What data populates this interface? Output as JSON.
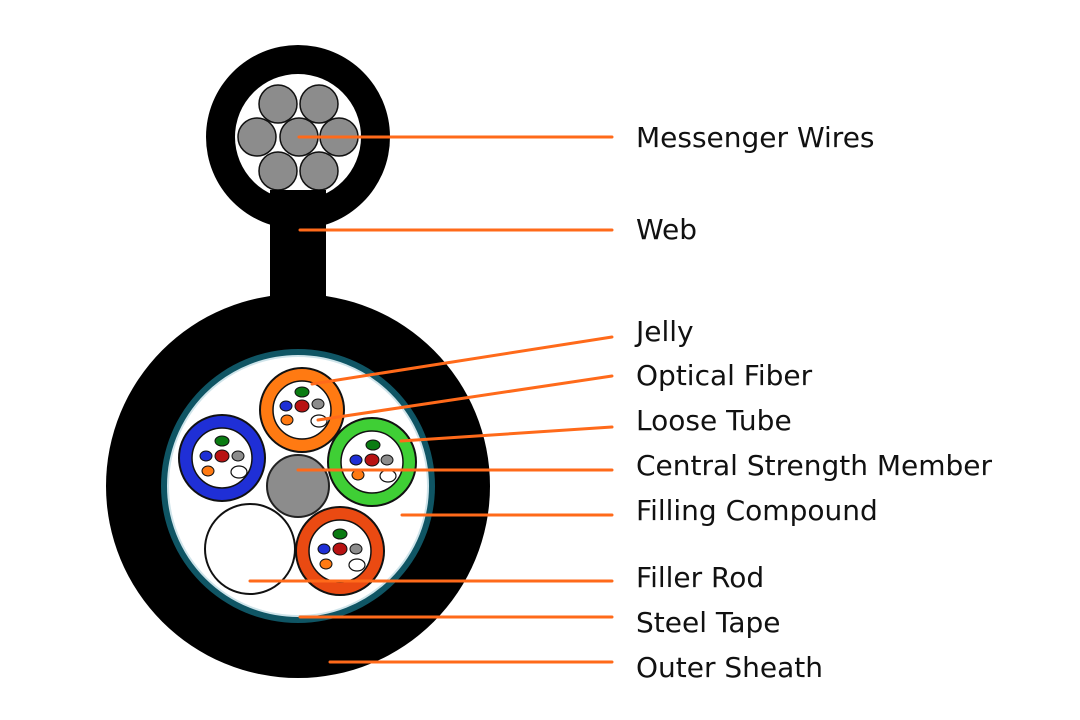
{
  "diagram": {
    "title": "",
    "labels": [
      {
        "id": "messenger-wires",
        "text": "Messenger Wires"
      },
      {
        "id": "web",
        "text": "Web"
      },
      {
        "id": "jelly",
        "text": "Jelly"
      },
      {
        "id": "optical-fiber",
        "text": "Optical Fiber"
      },
      {
        "id": "loose-tube",
        "text": "Loose Tube"
      },
      {
        "id": "central-strength-member",
        "text": "Central Strength Member"
      },
      {
        "id": "filling-compound",
        "text": "Filling Compound"
      },
      {
        "id": "filler-rod",
        "text": "Filler Rod"
      },
      {
        "id": "steel-tape",
        "text": "Steel Tape"
      },
      {
        "id": "outer-sheath",
        "text": "Outer Sheath"
      }
    ],
    "colors": {
      "leader_line": "#ff6a1a",
      "outer_sheath": "#000000",
      "steel_tape": "#0f5564",
      "messenger_wire": "#8c8c8c",
      "central_strength_member": "#8c8c8c",
      "filler_rod": "#ffffff",
      "loose_tube_top": "#ff7a12",
      "loose_tube_left": "#1f2fd6",
      "loose_tube_right": "#3fcf35",
      "loose_tube_bottom": "#ea4a12"
    },
    "fiber_colors": [
      "#0a7b12",
      "#1f2fd6",
      "#b81212",
      "#8c8c8c",
      "#ff7a12",
      "#ffffff"
    ]
  }
}
